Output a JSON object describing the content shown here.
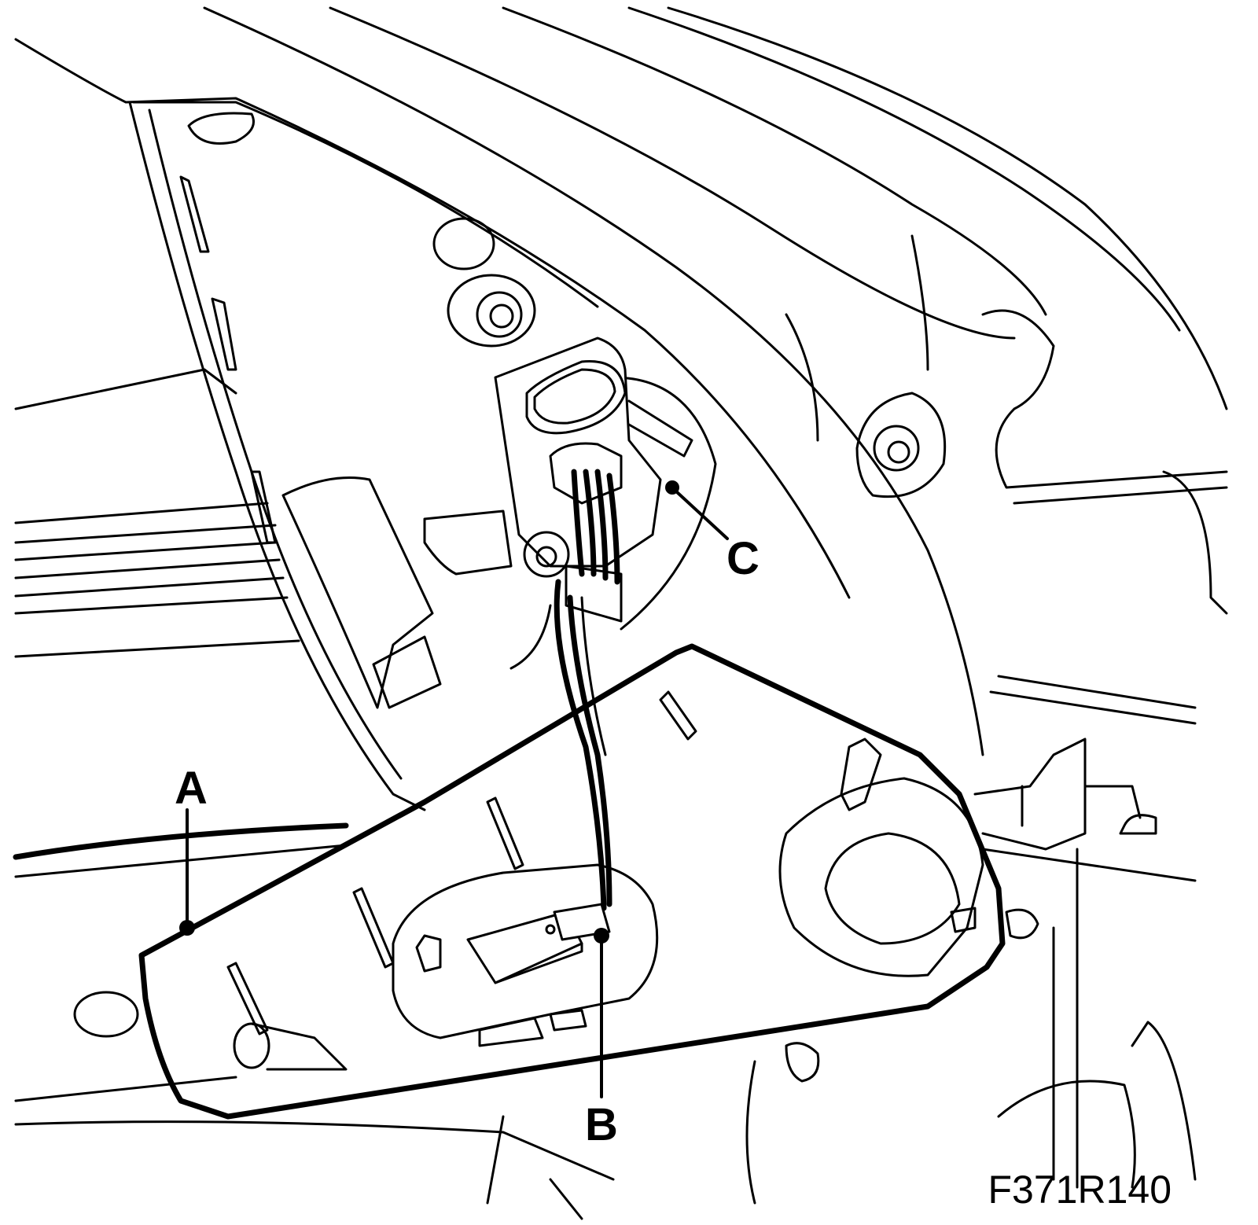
{
  "figure": {
    "callouts": {
      "a": "A",
      "b": "B",
      "c": "C"
    },
    "figure_id": "F371R140"
  }
}
